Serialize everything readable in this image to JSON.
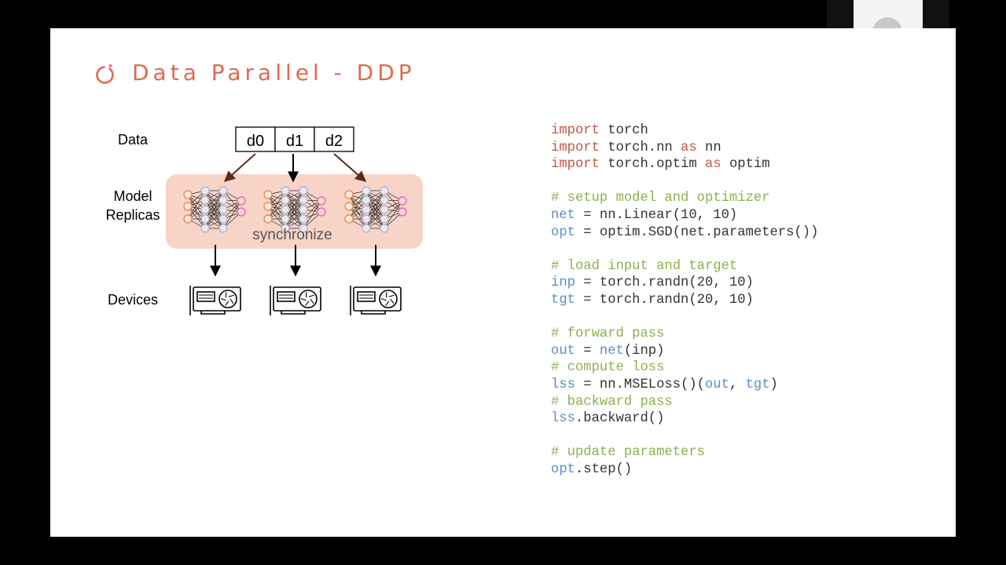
{
  "title": "Data Parallel - DDP",
  "icons": {
    "logo": "pytorch-flame-icon",
    "gpu": "gpu-card-icon",
    "network": "neural-network-icon"
  },
  "colors": {
    "accent": "#de6a4f",
    "replica_bg": "#f8d4c8",
    "keyword": "#c0574a",
    "variable": "#5b8ec9",
    "comment": "#8db04f"
  },
  "diagram": {
    "data_label": "Data",
    "model_label_line1": "Model",
    "model_label_line2": "Replicas",
    "devices_label": "Devices",
    "chunks": [
      "d0",
      "d1",
      "d2"
    ],
    "sync_label": "synchronize"
  },
  "code": [
    [
      {
        "t": "import",
        "c": "kw"
      },
      {
        "t": " torch",
        "c": "plain"
      }
    ],
    [
      {
        "t": "import",
        "c": "kw"
      },
      {
        "t": " torch.nn ",
        "c": "plain"
      },
      {
        "t": "as",
        "c": "kw"
      },
      {
        "t": " nn",
        "c": "plain"
      }
    ],
    [
      {
        "t": "import",
        "c": "kw"
      },
      {
        "t": " torch.optim ",
        "c": "plain"
      },
      {
        "t": "as",
        "c": "kw"
      },
      {
        "t": " optim",
        "c": "plain"
      }
    ],
    [],
    [
      {
        "t": "# setup model and optimizer",
        "c": "cm"
      }
    ],
    [
      {
        "t": "net",
        "c": "var"
      },
      {
        "t": " = nn.Linear(10, 10)",
        "c": "plain"
      }
    ],
    [
      {
        "t": "opt",
        "c": "var"
      },
      {
        "t": " = optim.SGD(net.parameters())",
        "c": "plain"
      }
    ],
    [],
    [
      {
        "t": "# load input and target",
        "c": "cm"
      }
    ],
    [
      {
        "t": "inp",
        "c": "var"
      },
      {
        "t": " = torch.randn(20, 10)",
        "c": "plain"
      }
    ],
    [
      {
        "t": "tgt",
        "c": "var"
      },
      {
        "t": " = torch.randn(20, 10)",
        "c": "plain"
      }
    ],
    [],
    [
      {
        "t": "# forward pass",
        "c": "cm"
      }
    ],
    [
      {
        "t": "out",
        "c": "var"
      },
      {
        "t": " = ",
        "c": "plain"
      },
      {
        "t": "net",
        "c": "var"
      },
      {
        "t": "(inp)",
        "c": "plain"
      }
    ],
    [
      {
        "t": "# compute loss",
        "c": "cm"
      }
    ],
    [
      {
        "t": "lss",
        "c": "var"
      },
      {
        "t": " = nn.MSELoss()(",
        "c": "plain"
      },
      {
        "t": "out",
        "c": "var"
      },
      {
        "t": ", ",
        "c": "plain"
      },
      {
        "t": "tgt",
        "c": "var"
      },
      {
        "t": ")",
        "c": "plain"
      }
    ],
    [
      {
        "t": "# backward pass",
        "c": "cm"
      }
    ],
    [
      {
        "t": "lss",
        "c": "var"
      },
      {
        "t": ".backward()",
        "c": "plain"
      }
    ],
    [],
    [
      {
        "t": "# update parameters",
        "c": "cm"
      }
    ],
    [
      {
        "t": "opt",
        "c": "var"
      },
      {
        "t": ".step()",
        "c": "plain"
      }
    ]
  ]
}
